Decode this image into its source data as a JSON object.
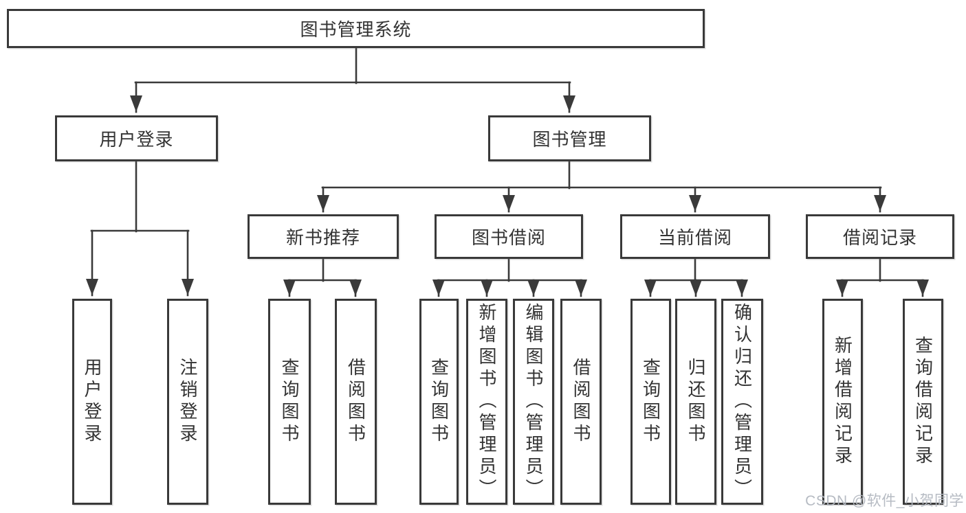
{
  "tree": {
    "label": "图书管理系统",
    "children": [
      {
        "label": "用户登录",
        "children": [
          {
            "label": "用户登录"
          },
          {
            "label": "注销登录"
          }
        ]
      },
      {
        "label": "图书管理",
        "children": [
          {
            "label": "新书推荐",
            "children": [
              {
                "label": "查询图书"
              },
              {
                "label": "借阅图书"
              }
            ]
          },
          {
            "label": "图书借阅",
            "children": [
              {
                "label": "查询图书"
              },
              {
                "label": "新增图书（管理员）"
              },
              {
                "label": "编辑图书（管理员）"
              },
              {
                "label": "借阅图书"
              }
            ]
          },
          {
            "label": "当前借阅",
            "children": [
              {
                "label": "查询图书"
              },
              {
                "label": "归还图书"
              },
              {
                "label": "确认归还（管理员）"
              }
            ]
          },
          {
            "label": "借阅记录",
            "children": [
              {
                "label": "新增借阅记录"
              },
              {
                "label": "查询借阅记录"
              }
            ]
          }
        ]
      }
    ]
  },
  "watermark": {
    "text": "CSDN @软件_小贺同学",
    "color": "#b2b7c0"
  },
  "colors": {
    "line": "#3a3a3a",
    "border": "#393939",
    "text": "#333333",
    "background": "#ffffff"
  }
}
